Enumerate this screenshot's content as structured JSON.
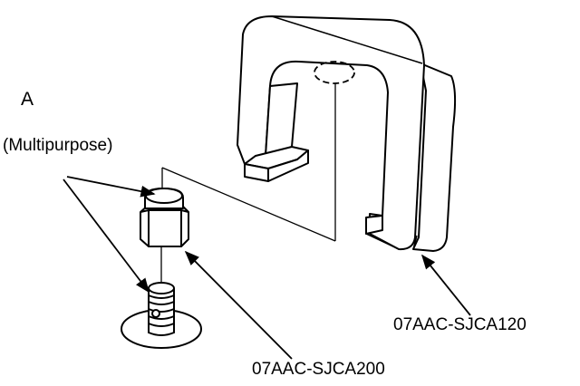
{
  "labels": {
    "a": "A",
    "multipurpose": "(Multipurpose)",
    "tool_120": "07AAC-SJCA120",
    "tool_200": "07AAC-SJCA200"
  },
  "colors": {
    "line": "#000000",
    "background": "#ffffff"
  }
}
